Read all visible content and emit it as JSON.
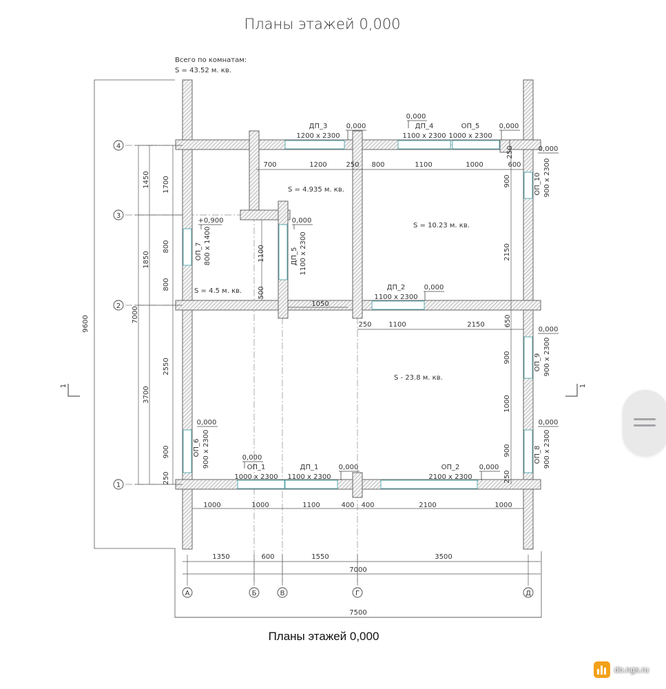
{
  "title": "Планы этажей 0,000",
  "caption": "Планы этажей 0,000",
  "total_label": "Всего по комнатам:",
  "total_area": "S   =  43.52 м. кв.",
  "rooms": [
    {
      "id": "r1",
      "label": "S  = 4.935 м. кв."
    },
    {
      "id": "r2",
      "label": "S   = 10.23 м. кв."
    },
    {
      "id": "r3",
      "label": "S  = 4.5 м. кв."
    },
    {
      "id": "r4",
      "label": "S - 23.8 м. кв."
    }
  ],
  "axes": {
    "rows": [
      "4",
      "3",
      "2",
      "1"
    ],
    "cols": [
      "А",
      "Б",
      "В",
      "Г",
      "Д"
    ]
  },
  "openings": [
    {
      "id": "dp3",
      "name": "ДП_3",
      "size": "1200 х 2300",
      "level": "0,000"
    },
    {
      "id": "dp4",
      "name": "ДП_4",
      "size": "1100 х 2300",
      "level": "0,000"
    },
    {
      "id": "op5",
      "name": "ОП_5",
      "size": "1000 х 2300",
      "level": "0,000"
    },
    {
      "id": "op10",
      "name": "ОП_10",
      "size": "900 х 2300",
      "level": "0,000"
    },
    {
      "id": "op7",
      "name": "ОП_7",
      "size": "800 х 1400",
      "level": "+0,900"
    },
    {
      "id": "dp5",
      "name": "ДП_5",
      "size": "1100 х 2300",
      "level": "0,000"
    },
    {
      "id": "dp2",
      "name": "ДП_2",
      "size": "1100 х 2300",
      "level": "0,000"
    },
    {
      "id": "op9",
      "name": "ОП_9",
      "size": "900 х 2300",
      "level": "0,000"
    },
    {
      "id": "op6",
      "name": "ОП_6",
      "size": "900 х 2300",
      "level": "0,000"
    },
    {
      "id": "op8",
      "name": "ОП_8",
      "size": "900 х 2300",
      "level": "0,000"
    },
    {
      "id": "op1",
      "name": "ОП_1",
      "size": "1000 х 2300",
      "level": "0,000"
    },
    {
      "id": "dp1",
      "name": "ДП_1",
      "size": "1100 х 2300",
      "level": "0,000"
    },
    {
      "id": "op2",
      "name": "ОП_2",
      "size": "2100 х 2300",
      "level": "0,000"
    }
  ],
  "dims": {
    "top_inner": [
      "700",
      "1200",
      "250",
      "800",
      "1100",
      "1000",
      "250",
      "600"
    ],
    "mid_inner": [
      "1050",
      "250",
      "1100",
      "2150",
      "650"
    ],
    "bottom_inner": [
      "1000",
      "1000",
      "1100",
      "400",
      "400",
      "2100",
      "1000"
    ],
    "axis_spans": [
      "1350",
      "600",
      "1550",
      "3500"
    ],
    "overall_7000": "7000",
    "overall_7500": "7500",
    "left_chain1": [
      "1450",
      "1850",
      "3700"
    ],
    "left_chain2": [
      "1700",
      "800",
      "800",
      "2550",
      "900",
      "250"
    ],
    "left_7000": "7000",
    "left_9600": "9600",
    "right_chain": [
      "900",
      "2150",
      "650",
      "900",
      "1000",
      "900",
      "250"
    ],
    "inner_vertical": [
      "1100",
      "500"
    ]
  },
  "section_mark": "1",
  "watermark": "do.ngs.ru",
  "colors": {
    "wall": "#666666",
    "line": "#555555",
    "opening": "#4aa3a8"
  }
}
